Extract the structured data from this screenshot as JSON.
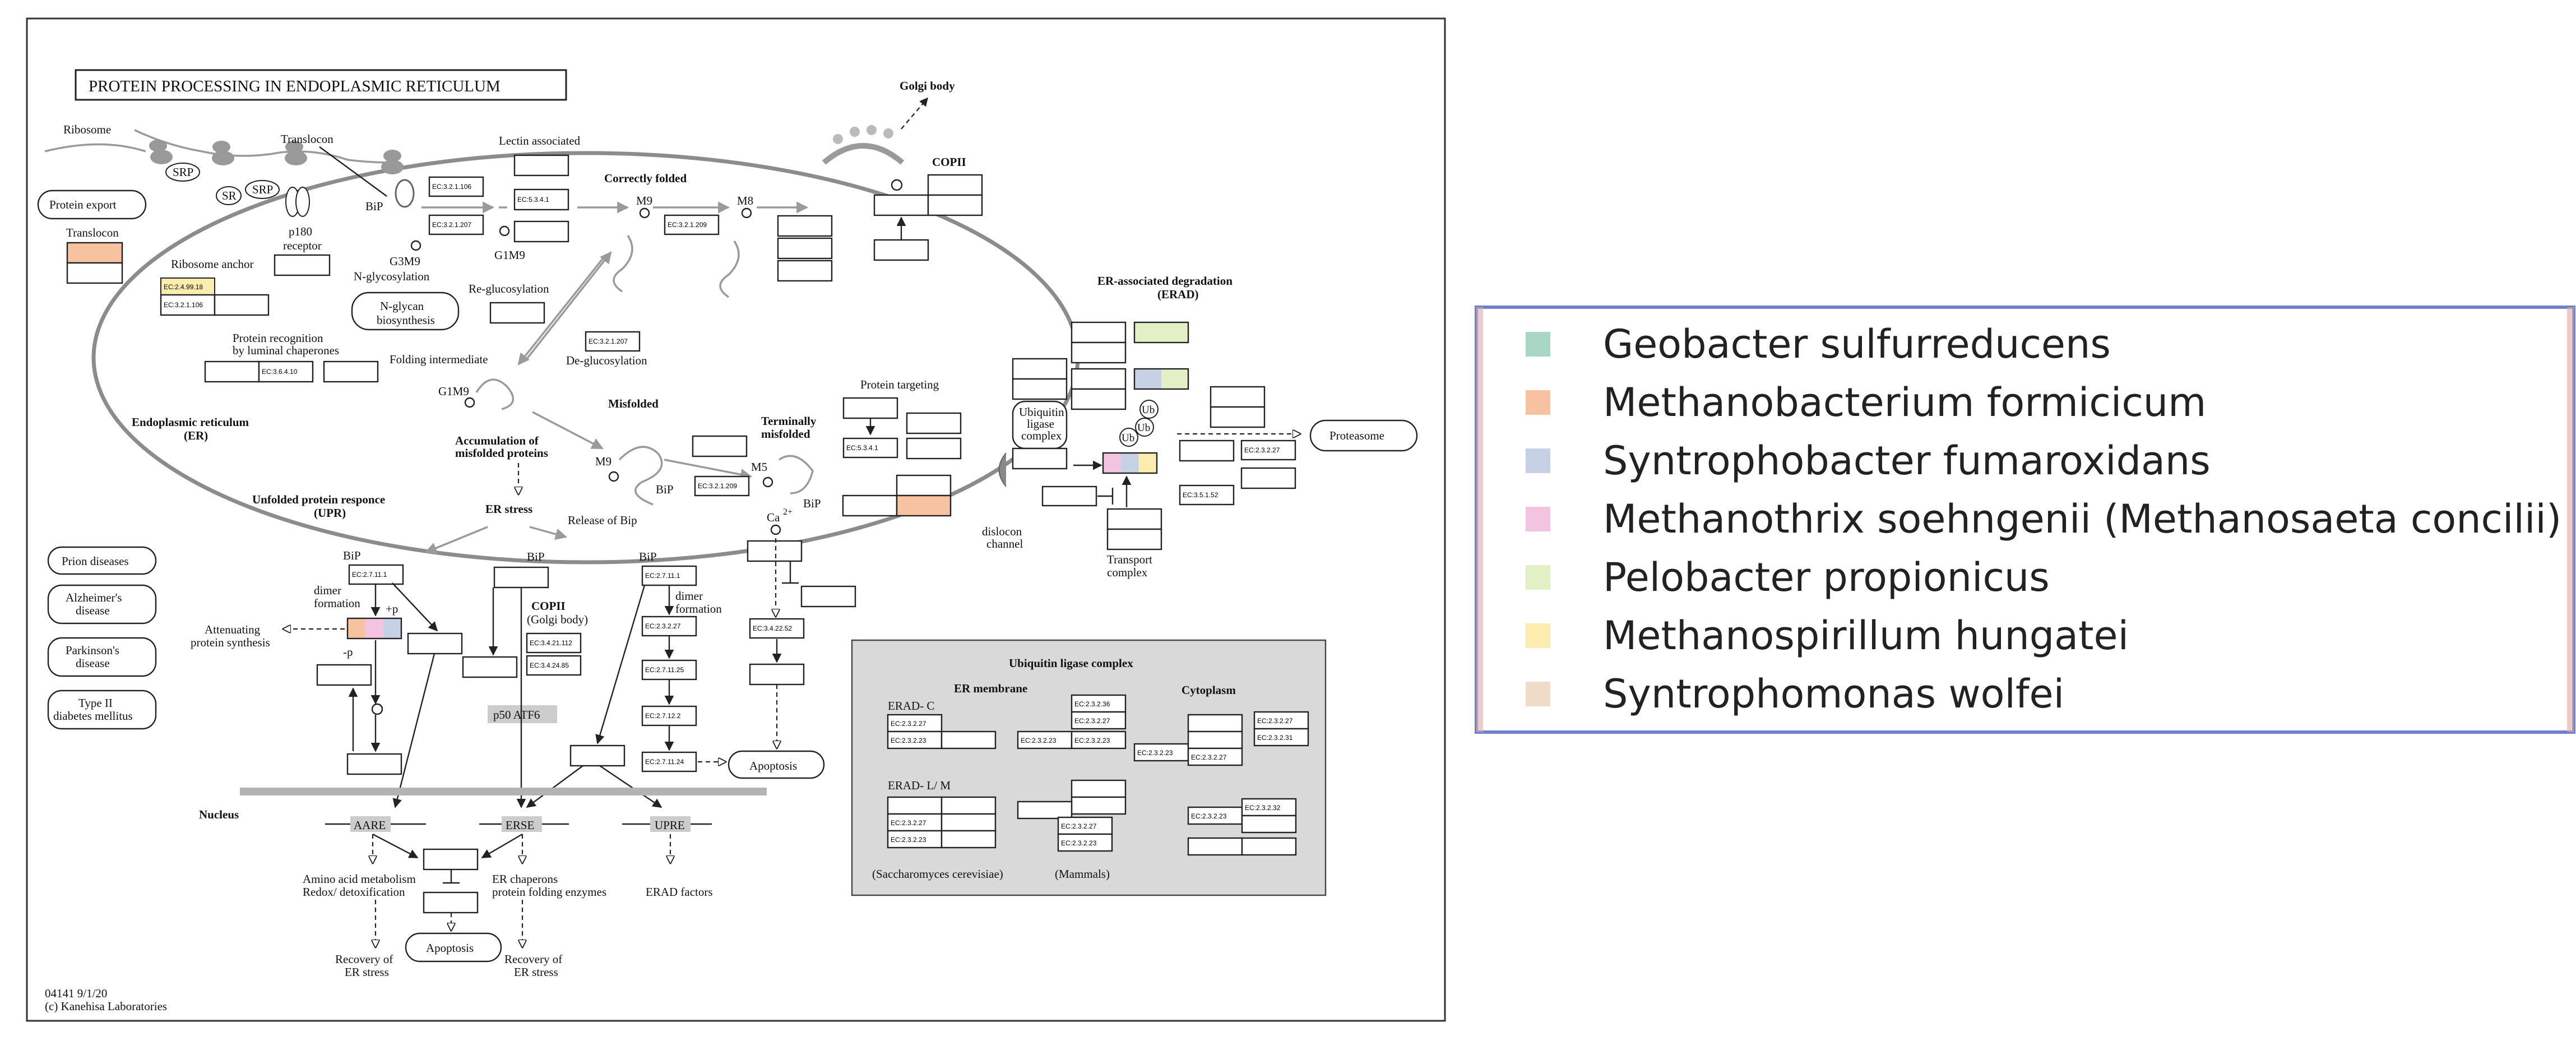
{
  "diagram": {
    "title": "PROTEIN PROCESSING IN ENDOPLASMIC RETICULUM",
    "footer_id": "04141 9/1/20",
    "footer_copyright": "(c) Kanehisa Laboratories",
    "labels": {
      "ribosome": "Ribosome",
      "translocon": "Translocon",
      "srp": "SRP",
      "sr": "SR",
      "p180": "p180",
      "receptor": "receptor",
      "protein_export": "Protein export",
      "translocon_box": "Translocon",
      "ribosome_anchor": "Ribosome anchor",
      "bip": "BiP",
      "g3m9": "G3M9",
      "n_glycosylation": "N-glycosylation",
      "n_glycan": "N-glycan",
      "biosynthesis": "biosynthesis",
      "lectin_associated": "Lectin associated",
      "correctly_folded": "Correctly folded",
      "m9": "M9",
      "m8": "M8",
      "g1m9": "G1M9",
      "re_glucosylation": "Re-glucosylation",
      "de_glucosylation": "De-glucosylation",
      "protein_recognition": "Protein recognition",
      "by_luminal": "by luminal chaperones",
      "folding_intermediate": "Folding intermediate",
      "g1m9b": "G1M9",
      "er_title": "Endoplasmic reticulum",
      "er_abbr": "(ER)",
      "misfolded": "Misfolded",
      "accumulation": "Accumulation of",
      "misfolded_proteins": "misfolded proteins",
      "terminally": "Terminally",
      "misfolded2": "misfolded",
      "m5": "M5",
      "protein_targeting": "Protein targeting",
      "golgi_body": "Golgi body",
      "copii": "COPII",
      "erad_title": "ER-associated degradation",
      "erad_abbr": "(ERAD)",
      "ubiquitin": "Ubiquitin",
      "ligase": "ligase",
      "complex": "complex",
      "ub": "Ub",
      "proteasome": "Proteasome",
      "dislocon": "dislocon",
      "channel": "channel",
      "transport": "Transport",
      "transport_complex": "complex",
      "unfolded_response": "Unfolded protein responce",
      "upr": "(UPR)",
      "er_stress": "ER stress",
      "release_bip": "Release of Bip",
      "ca": "Ca",
      "ca_sup": "2+",
      "dimer": "dimer",
      "formation": "formation",
      "plus_p": "+p",
      "minus_p": "-p",
      "attenuating": "Attenuating",
      "protein_synthesis": "protein synthesis",
      "copii2": "COPII",
      "golgi_body2": "(Golgi body)",
      "p50_atf6": "p50 ATF6",
      "dimer2": "dimer",
      "formation2": "formation",
      "apoptosis": "Apoptosis",
      "apoptosis2": "Apoptosis",
      "nucleus": "Nucleus",
      "aare": "AARE",
      "erse": "ERSE",
      "upre": "UPRE",
      "amino_acid": "Amino acid  metabolism",
      "redox": "Redox/ detoxification",
      "er_chaperons": "ER chaperons",
      "protein_folding": "protein folding enzymes",
      "erad_factors": "ERAD factors",
      "recovery1": "Recovery of",
      "er_stress_r1": "ER stress",
      "recovery2": "Recovery of",
      "er_stress_r2": "ER stress",
      "prion": "Prion diseases",
      "alzheimer1": "Alzheimer's",
      "alzheimer2": "disease",
      "parkinson1": "Parkinson's",
      "parkinson2": "disease",
      "diabetes1": "Type II",
      "diabetes2": "diabetes mellitus"
    },
    "ec": {
      "ec1": "EC:3.2.1.106",
      "ec2": "EC:3.2.1.207",
      "ec3": "EC:5.3.4.1",
      "ec4": "EC:3.2.1.209",
      "ec5": "EC:2.4.99.18",
      "ec6": "EC:3.2.1.106",
      "ec7": "EC:3.6.4.10",
      "ec8": "EC:3.2.1.207",
      "ec9": "EC:3.2.1.209",
      "ec10": "EC:5.3.4.1",
      "ec11": "EC:2.3.2.27",
      "ec12": "EC:3.5.1.52",
      "ec13": "EC:2.7.11.1",
      "ec14": "EC:3.4.21.112",
      "ec15": "EC:3.4.24.85",
      "ec16": "EC:2.7.11.1",
      "ec17": "EC:2.3.2.27",
      "ec18": "EC:2.7.11.25",
      "ec19": "EC:2.7.12.2",
      "ec20": "EC:2.7.11.24",
      "ec21": "EC:3.4.22.52"
    },
    "inset": {
      "title": "Ubiquitin ligase complex",
      "er_membrane": "ER membrane",
      "cytoplasm": "Cytoplasm",
      "erad_c": "ERAD- C",
      "erad_lm": "ERAD- L/ M",
      "yeast": "(Saccharomyces cerevisiae)",
      "mammals": "(Mammals)",
      "ec_a": "EC:2.3.2.27",
      "ec_b": "EC:2.3.2.23",
      "ec_c": "EC:2.3.2.36",
      "ec_d": "EC:2.3.2.31",
      "ec_e": "EC:2.3.2.32"
    }
  },
  "legend": {
    "items": [
      {
        "name": "Geobacter sulfurreducens",
        "color": "#a8d8c4"
      },
      {
        "name": "Methanobacterium formicicum",
        "color": "#f7c29f"
      },
      {
        "name": "Syntrophobacter fumaroxidans",
        "color": "#c7d1e6"
      },
      {
        "name": "Methanothrix soehngenii (Methanosaeta concilii)",
        "color": "#f2c4e0"
      },
      {
        "name": "Pelobacter propionicus",
        "color": "#e3f0c6"
      },
      {
        "name": "Methanospirillum hungatei",
        "color": "#fcedae"
      },
      {
        "name": "Syntrophomonas wolfei",
        "color": "#efdcc7"
      }
    ]
  }
}
